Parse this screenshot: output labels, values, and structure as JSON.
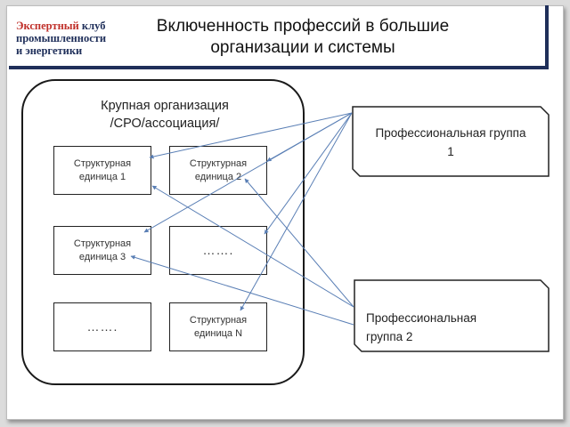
{
  "logo": {
    "line1_red": "Экспертный",
    "line1_rest": " клуб",
    "line2": "промышленности",
    "line3": "и энергетики"
  },
  "title": {
    "line1": "Включенность профессий в большие",
    "line2": "организации и системы"
  },
  "organization": {
    "line1": "Крупная организация",
    "line2": "/СРО/ассоциация/"
  },
  "units": {
    "u1": {
      "line1": "Структурная",
      "line2": "единица 1"
    },
    "u2": {
      "line1": "Структурная",
      "line2": "единица 2"
    },
    "u3": {
      "line1": "Структурная",
      "line2": "единица 3"
    },
    "u4": {
      "text": "……."
    },
    "u5": {
      "text": "……."
    },
    "uN": {
      "line1": "Структурная",
      "line2": "единица N"
    }
  },
  "groups": {
    "g1": {
      "line1": "Профессиональная группа",
      "line2": "1"
    },
    "g2": {
      "line1": "Профессиональная",
      "line2": "группа 2"
    }
  },
  "colors": {
    "header_navy": "#1f2f5a",
    "logo_red": "#c0312b",
    "connector_blue": "#5a7fb5"
  }
}
